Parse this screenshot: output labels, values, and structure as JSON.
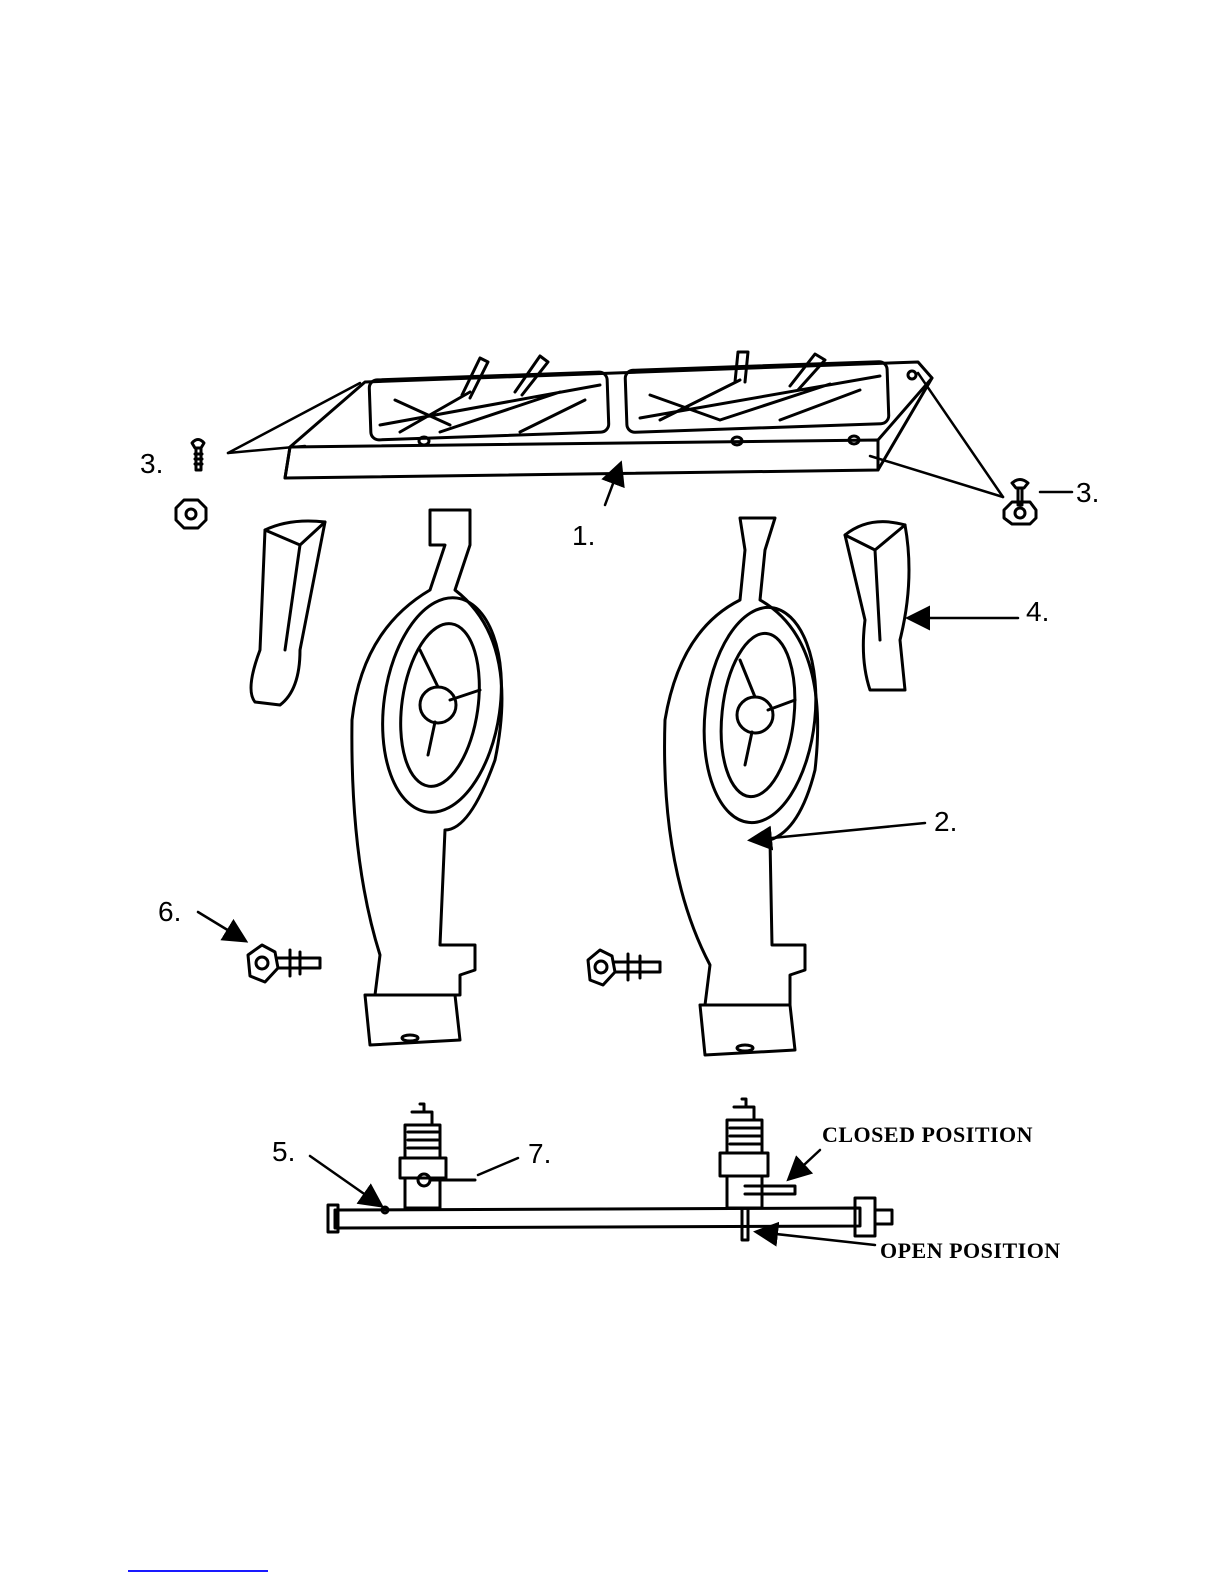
{
  "labels": {
    "part1": "1.",
    "part2": "2.",
    "part3_left": "3.",
    "part3_right": "3.",
    "part4": "4.",
    "part5": "5.",
    "part6": "6.",
    "part7": "7.",
    "closed_position": "CLOSED POSITION",
    "open_position": "OPEN POSITION"
  },
  "colors": {
    "ink": "#000000",
    "background": "#ffffff",
    "footer_link": "#1a1aff"
  },
  "icons": [
    "screw-icon",
    "nut-icon",
    "knob-icon",
    "valve-icon"
  ]
}
